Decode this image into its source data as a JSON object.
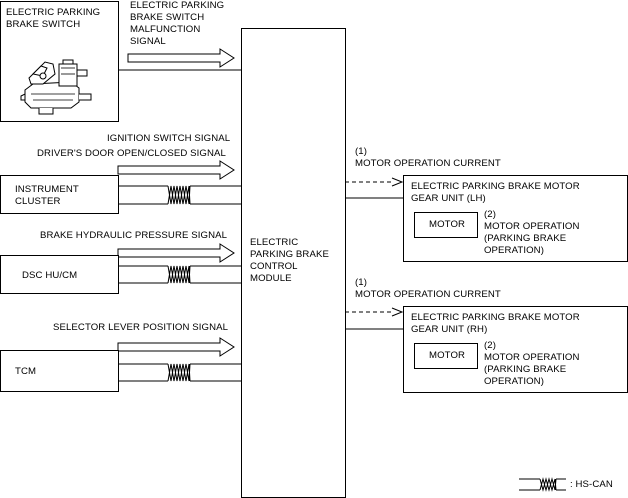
{
  "switch_box": {
    "label": "ELECTRIC PARKING\nBRAKE SWITCH"
  },
  "left_boxes": [
    {
      "id": "instrument-cluster",
      "label": "INSTRUMENT\nCLUSTER"
    },
    {
      "id": "dsc-hu-cm",
      "label": "DSC HU/CM"
    },
    {
      "id": "tcm",
      "label": "TCM"
    }
  ],
  "signals": {
    "switch_malfunction": "ELECTRIC PARKING\nBRAKE SWITCH\nMALFUNCTION\nSIGNAL",
    "ignition_switch": "IGNITION SWITCH SIGNAL",
    "drivers_door": "DRIVER'S DOOR OPEN/CLOSED SIGNAL",
    "brake_hydraulic": "BRAKE HYDRAULIC PRESSURE SIGNAL",
    "selector_lever": "SELECTOR LEVER POSITION SIGNAL"
  },
  "control_module": {
    "label": "ELECTRIC\nPARKING BRAKE\nCONTROL\nMODULE"
  },
  "right_units": [
    {
      "id": "lh",
      "ref_number": "(1)",
      "current_label": "MOTOR OPERATION CURRENT",
      "unit_title": "ELECTRIC PARKING BRAKE MOTOR\nGEAR UNIT (LH)",
      "motor_label": "MOTOR",
      "op_ref": "(2)",
      "op_label": "MOTOR OPERATION\n(PARKING BRAKE\nOPERATION)"
    },
    {
      "id": "rh",
      "ref_number": "(1)",
      "current_label": "MOTOR OPERATION CURRENT",
      "unit_title": "ELECTRIC PARKING BRAKE MOTOR\nGEAR UNIT (RH)",
      "motor_label": "MOTOR",
      "op_ref": "(2)",
      "op_label": "MOTOR OPERATION\n(PARKING BRAKE\nOPERATION)"
    }
  ],
  "legend": {
    "label": ": HS-CAN"
  }
}
